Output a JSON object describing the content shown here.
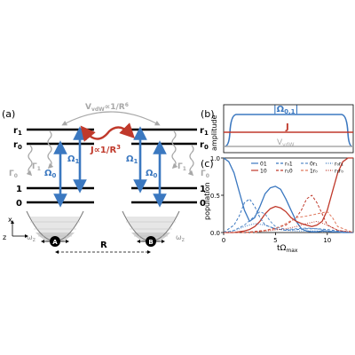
{
  "panel_a": {
    "panel_label": "(a)",
    "levels": {
      "r1": "r",
      "r1_sub": "1",
      "r0": "r",
      "r0_sub": "0",
      "one": "1",
      "zero": "0"
    },
    "vdw_label": "V",
    "vdw_sub": "vdW",
    "vdw_formula": "∝1/R",
    "vdw_exp": "6",
    "j_label": "J∝1/R",
    "j_exp": "3",
    "omega0": "Ω",
    "omega0_sub": "0",
    "omega1": "Ω",
    "omega1_sub": "1",
    "gamma": "Γ",
    "gamma0_sub": "0",
    "gamma1_sub": "1",
    "atom_a": "A",
    "atom_b": "B",
    "distance": "R",
    "axis_x": "x",
    "axis_z": "z",
    "trap_freq": "ω",
    "trap_freq_sub": "z"
  },
  "panel_b": {
    "panel_label": "(b)",
    "ylabel": "amplitude",
    "omega_label": "|Ω",
    "omega_sub": "0,1",
    "omega_close": "|",
    "j_label": "J",
    "vdw_label": "V",
    "vdw_sub": "vdW",
    "colors": {
      "omega": "#3b78c0",
      "j": "#c0392b",
      "vdw": "#a8a8a8"
    }
  },
  "panel_c": {
    "panel_label": "(c)",
    "ylabel": "population",
    "xlabel": "tΩ",
    "xlabel_sub": "max",
    "xticks": [
      "0",
      "5",
      "10"
    ],
    "yticks": [
      "0.0",
      "0.5",
      "1.0"
    ],
    "legend": [
      "01",
      "10",
      "r₀1",
      "r₁0",
      "0r₁",
      "1r₀",
      "r₀r₁",
      "r₁r₀"
    ]
  },
  "chart_data": {
    "type": "line",
    "xlabel": "tΩmax",
    "ylabel": "population",
    "xlim": [
      0,
      12.5
    ],
    "ylim": [
      0,
      1
    ],
    "series": [
      {
        "name": "01",
        "color": "#3b78c0",
        "style": "solid",
        "x": [
          0,
          0.5,
          1,
          1.5,
          2,
          2.5,
          3,
          3.5,
          4,
          4.5,
          5,
          5.5,
          6,
          6.5,
          7,
          7.5,
          8,
          8.5,
          9,
          9.5,
          10,
          10.5,
          11,
          11.5,
          12,
          12.5
        ],
        "y": [
          1.0,
          0.95,
          0.8,
          0.55,
          0.3,
          0.15,
          0.2,
          0.35,
          0.52,
          0.6,
          0.62,
          0.58,
          0.45,
          0.3,
          0.15,
          0.05,
          0.02,
          0.01,
          0.01,
          0.02,
          0.02,
          0.01,
          0.01,
          0.0,
          0.0,
          0.0
        ]
      },
      {
        "name": "10",
        "color": "#c0392b",
        "style": "solid",
        "x": [
          0,
          0.5,
          1,
          1.5,
          2,
          2.5,
          3,
          3.5,
          4,
          4.5,
          5,
          5.5,
          6,
          6.5,
          7,
          7.5,
          8,
          8.5,
          9,
          9.5,
          10,
          10.5,
          11,
          11.5,
          12,
          12.5
        ],
        "y": [
          0.0,
          0.0,
          0.0,
          0.01,
          0.02,
          0.04,
          0.08,
          0.15,
          0.25,
          0.32,
          0.35,
          0.33,
          0.28,
          0.2,
          0.15,
          0.12,
          0.1,
          0.08,
          0.1,
          0.15,
          0.3,
          0.55,
          0.8,
          0.95,
          1.0,
          1.0
        ]
      },
      {
        "name": "r₀1",
        "color": "#3b78c0",
        "style": "dashed",
        "x": [
          0,
          1,
          1.5,
          2,
          2.5,
          3,
          3.5,
          4,
          5,
          6,
          7,
          8,
          9,
          10,
          11,
          12.5
        ],
        "y": [
          0.0,
          0.1,
          0.22,
          0.4,
          0.45,
          0.35,
          0.2,
          0.1,
          0.05,
          0.03,
          0.04,
          0.05,
          0.05,
          0.04,
          0.02,
          0.0
        ]
      },
      {
        "name": "r₁0",
        "color": "#c0392b",
        "style": "dashed",
        "x": [
          0,
          2,
          4,
          5,
          6,
          7,
          7.5,
          8,
          8.5,
          9,
          9.5,
          10,
          11,
          12.5
        ],
        "y": [
          0.0,
          0.0,
          0.03,
          0.06,
          0.1,
          0.2,
          0.3,
          0.45,
          0.5,
          0.4,
          0.25,
          0.1,
          0.03,
          0.0
        ]
      },
      {
        "name": "0r₁",
        "color": "#5c8fc9",
        "style": "dashed",
        "x": [
          0,
          1,
          2,
          3,
          3.5,
          4,
          4.5,
          5,
          6,
          7,
          8,
          9,
          10,
          12.5
        ],
        "y": [
          0.0,
          0.03,
          0.1,
          0.22,
          0.28,
          0.25,
          0.15,
          0.08,
          0.04,
          0.05,
          0.06,
          0.05,
          0.02,
          0.0
        ]
      },
      {
        "name": "1r₀",
        "color": "#e07a5f",
        "style": "dashed",
        "x": [
          0,
          3,
          5,
          6,
          7,
          8,
          9,
          10,
          10.5,
          11,
          12.5
        ],
        "y": [
          0.0,
          0.0,
          0.05,
          0.12,
          0.2,
          0.22,
          0.25,
          0.28,
          0.2,
          0.08,
          0.0
        ]
      },
      {
        "name": "r₀r₁",
        "color": "#3b78c0",
        "style": "dotted",
        "x": [
          0,
          1,
          2,
          3,
          4,
          5,
          6,
          7,
          8,
          9,
          10,
          12.5
        ],
        "y": [
          0.0,
          0.02,
          0.08,
          0.12,
          0.1,
          0.05,
          0.03,
          0.02,
          0.02,
          0.02,
          0.01,
          0.0
        ]
      },
      {
        "name": "r₁r₀",
        "color": "#c0392b",
        "style": "dotted",
        "x": [
          0,
          2,
          4,
          6,
          7,
          8,
          9,
          10,
          11,
          12.5
        ],
        "y": [
          0.0,
          0.0,
          0.02,
          0.05,
          0.08,
          0.12,
          0.15,
          0.1,
          0.03,
          0.0
        ]
      }
    ]
  }
}
